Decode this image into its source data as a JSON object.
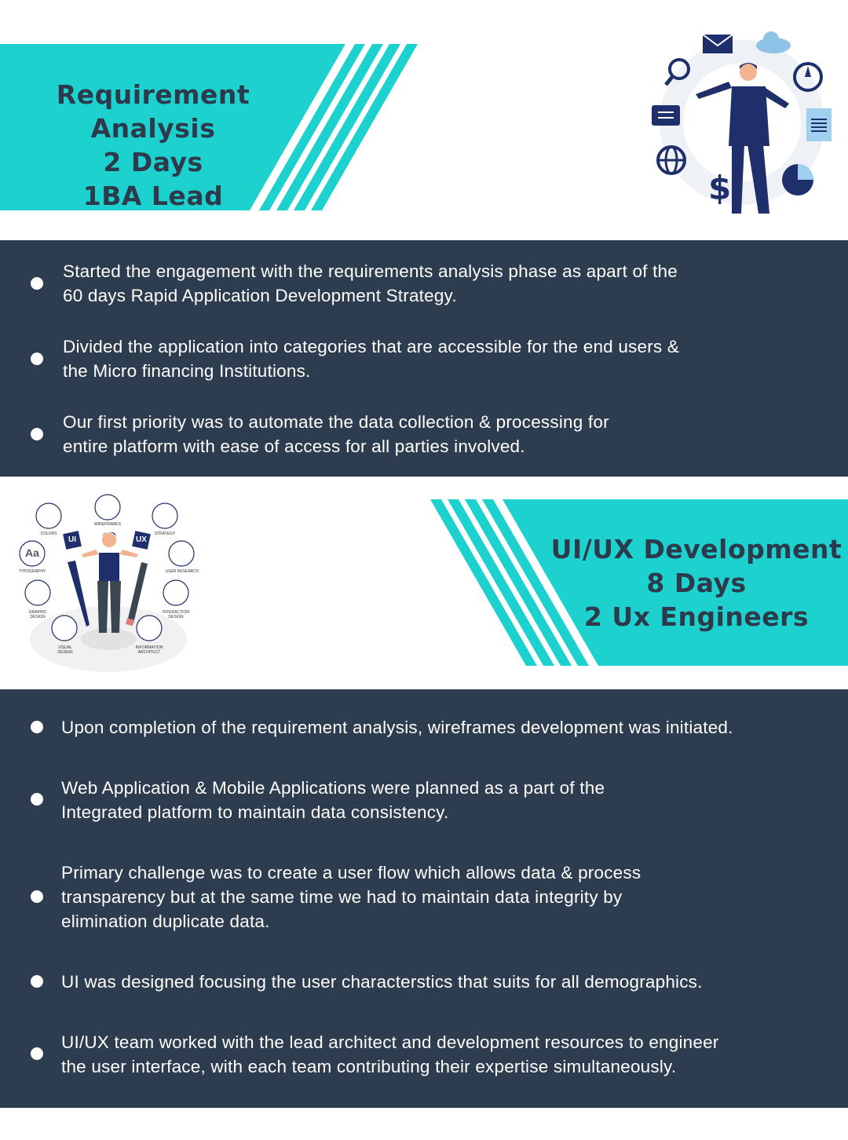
{
  "colors": {
    "teal": "#1dd1cf",
    "panel": "#2d3c4e",
    "title_text": "#2d3a4b"
  },
  "section1": {
    "title_lines": [
      "Requirement Analysis",
      "2 Days",
      "1BA Lead"
    ],
    "bullets": [
      [
        "Started the engagement with the requirements analysis phase as apart of the",
        "60 days Rapid Application Development Strategy."
      ],
      [
        "Divided the application into categories that are accessible for the end users &",
        "the Micro financing Institutions."
      ],
      [
        "Our first priority was to automate the data collection & processing for",
        "entire platform with ease of access for all parties involved."
      ]
    ]
  },
  "section2": {
    "title_lines": [
      "UI/UX Development",
      "8 Days",
      "2 Ux Engineers"
    ],
    "illustration_labels": [
      "COLORS",
      "WIREFRAMES",
      "STRATEGY",
      "TYPOGRAPHY",
      "USER RESEARCH",
      "GRAPHIC DESIGN",
      "INTERACTION DESIGN",
      "VISUAL DESIGN",
      "INFORMATION ARCHITECT",
      "UI",
      "UX",
      "Aa"
    ],
    "bullets": [
      [
        "Upon completion of the requirement analysis, wireframes development was initiated."
      ],
      [
        "Web Application & Mobile Applications were planned as a part of the",
        "Integrated platform to maintain data consistency."
      ],
      [
        "Primary challenge was to create a user flow which allows data & process",
        "transparency but at the same time we had to maintain data integrity by",
        "elimination duplicate data."
      ],
      [
        "UI was designed focusing the user characterstics that suits for all demographics."
      ],
      [
        "UI/UX team worked with the lead architect and development resources to engineer",
        "the user interface, with each team contributing their expertise simultaneously."
      ]
    ]
  }
}
